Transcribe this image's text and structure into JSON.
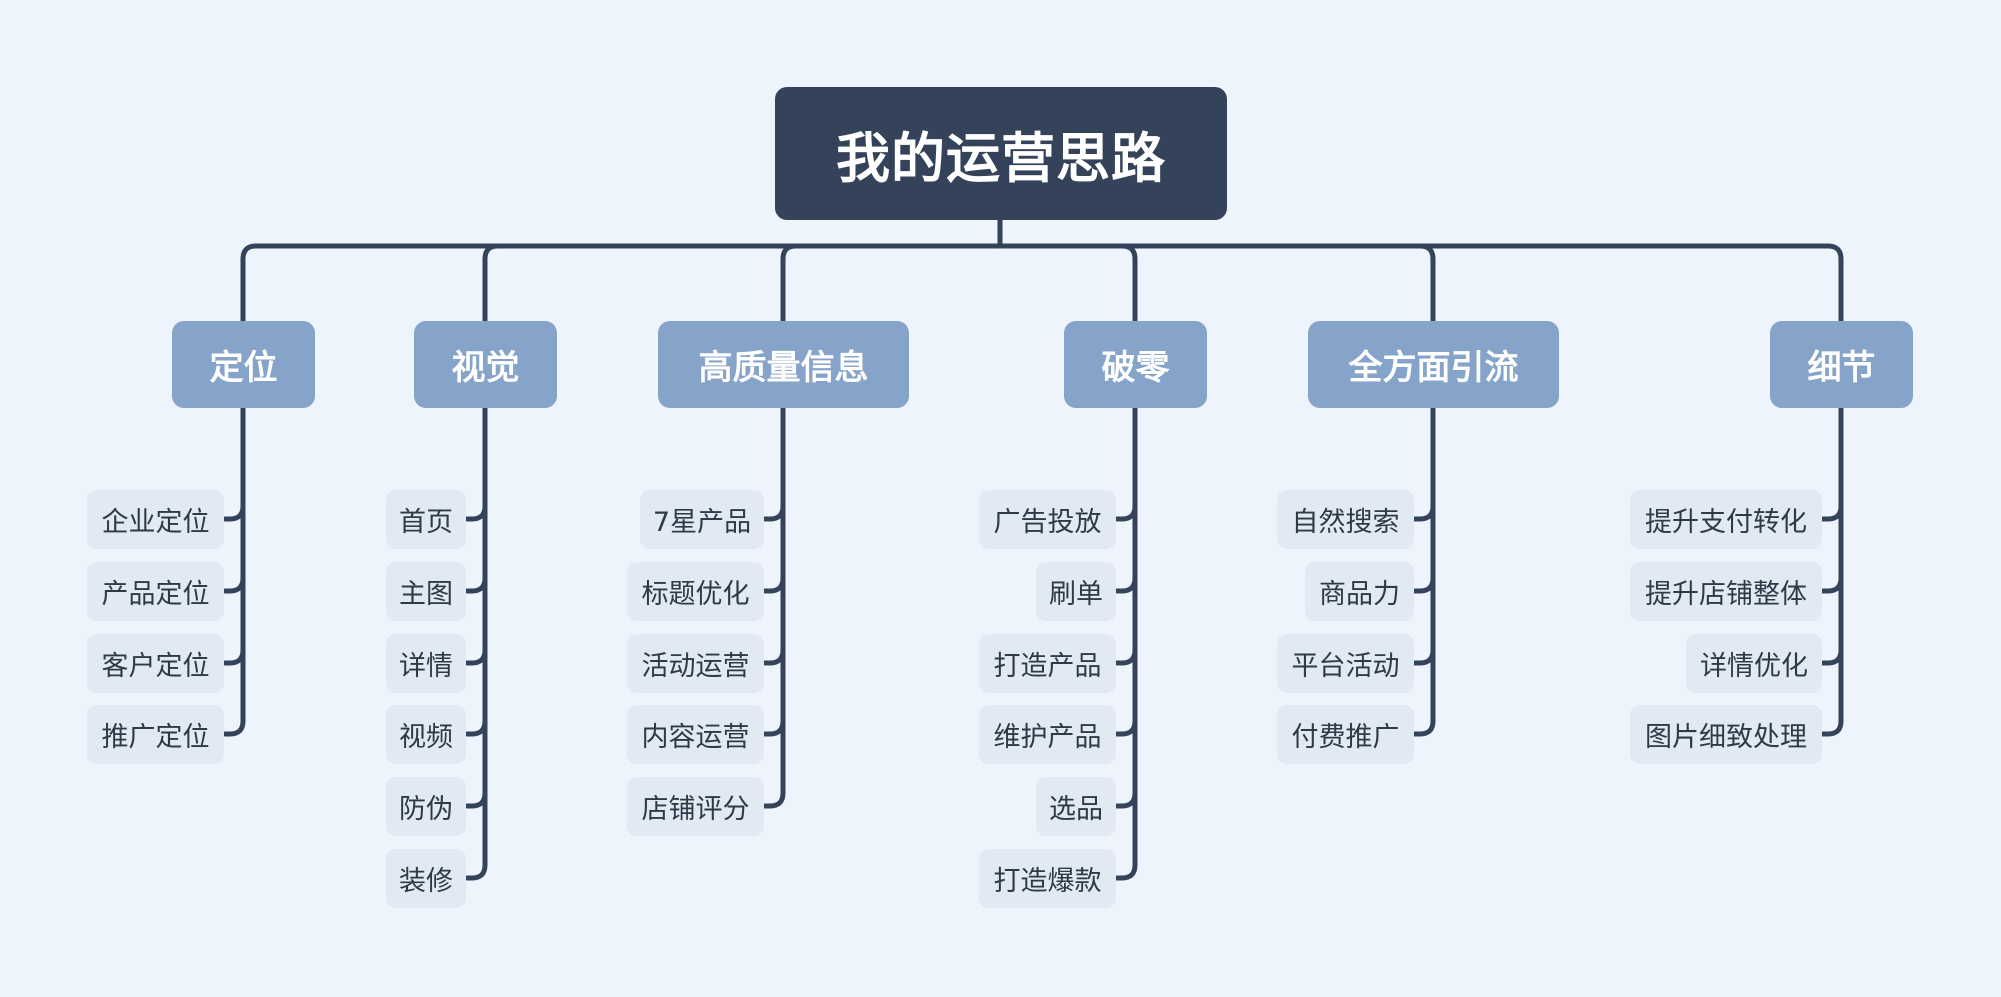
{
  "root": {
    "label": "我的运营思路"
  },
  "branches": [
    {
      "label": "定位",
      "items": [
        "企业定位",
        "产品定位",
        "客户定位",
        "推广定位"
      ]
    },
    {
      "label": "视觉",
      "items": [
        "首页",
        "主图",
        "详情",
        "视频",
        "防伪",
        "装修"
      ]
    },
    {
      "label": "高质量信息",
      "items": [
        "7星产品",
        "标题优化",
        "活动运营",
        "内容运营",
        "店铺评分"
      ]
    },
    {
      "label": "破零",
      "items": [
        "广告投放",
        "刷单",
        "打造产品",
        "维护产品",
        "选品",
        "打造爆款"
      ]
    },
    {
      "label": "全方面引流",
      "items": [
        "自然搜索",
        "商品力",
        "平台活动",
        "付费推广"
      ]
    },
    {
      "label": "细节",
      "items": [
        "提升支付转化",
        "提升店铺整体",
        "详情优化",
        "图片细致处理"
      ]
    }
  ],
  "colors": {
    "background": "#edf4fb",
    "root_fill": "#344359",
    "branch_fill": "#86a4ca",
    "leaf_fill": "#e1e9f2",
    "line": "#344359",
    "leaf_text": "#2f3a48"
  }
}
